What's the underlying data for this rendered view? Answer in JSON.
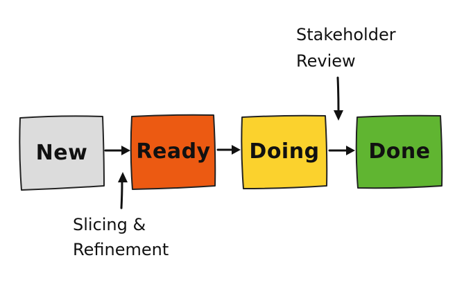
{
  "stages": [
    {
      "label": "New",
      "color": "#dcdcdc"
    },
    {
      "label": "Ready",
      "color": "#ec5a12"
    },
    {
      "label": "Doing",
      "color": "#fbd22d"
    },
    {
      "label": "Done",
      "color": "#60b531"
    }
  ],
  "annotations": {
    "slicing": {
      "line1": "Slicing &",
      "line2": "Refinement"
    },
    "review": {
      "line1": "Stakeholder",
      "line2": "Review"
    }
  }
}
